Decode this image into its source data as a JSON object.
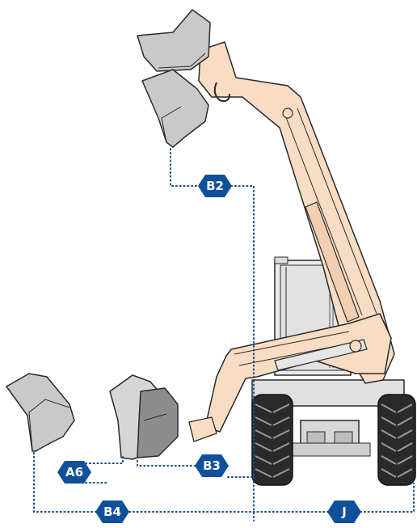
{
  "colors": {
    "badge": "#10509a",
    "boom": "#f8dcc4",
    "outline": "#2a2a2a",
    "bucket": "#c9c9c9",
    "bucket_dark": "#8d8d8d",
    "tire": "#222222",
    "cab": "#e9e9e9",
    "dim_line": "#1b4f8c"
  },
  "labels": {
    "b2": "B2",
    "b3": "B3",
    "b4": "B4",
    "a6": "A6",
    "j": "J"
  }
}
